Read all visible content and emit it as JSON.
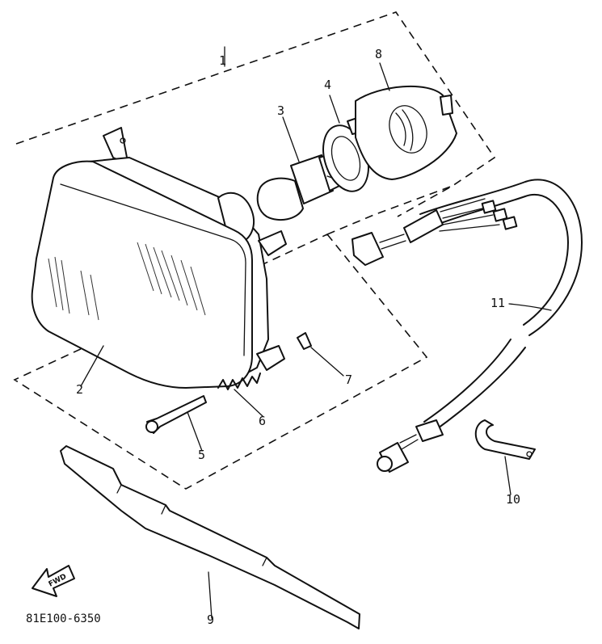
{
  "labels": {
    "p1": "1",
    "p2": "2",
    "p3": "3",
    "p4": "4",
    "p5": "5",
    "p6": "6",
    "p7": "7",
    "p8": "8",
    "p9": "9",
    "p10": "10",
    "p11": "11"
  },
  "direction_label": "FWD",
  "drawing_code": "81E100-6350",
  "colors": {
    "ink": "#111111",
    "paper": "#ffffff"
  }
}
